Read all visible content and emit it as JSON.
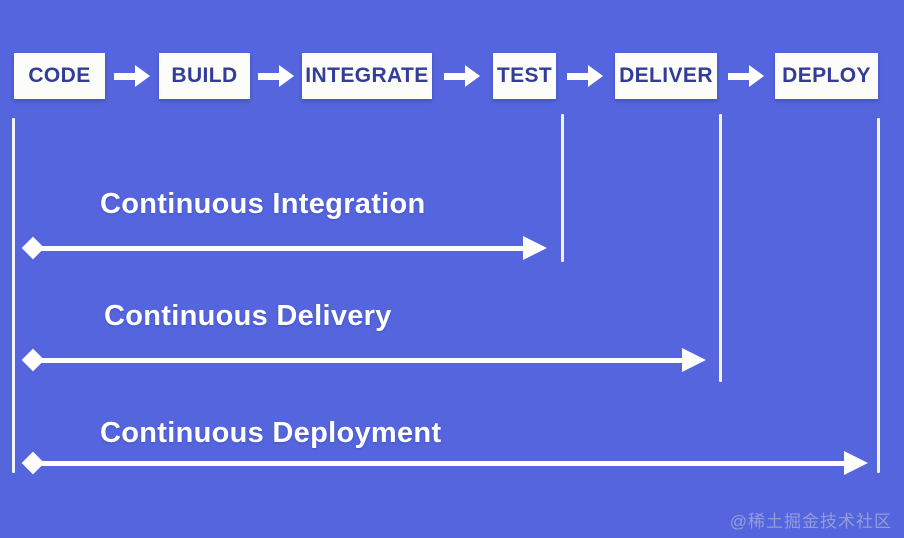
{
  "colors": {
    "background": "#5465de",
    "box_background": "#fcfcf9",
    "box_text": "#333d99",
    "line": "#ffffff"
  },
  "pipeline": {
    "stages": [
      {
        "label": "CODE"
      },
      {
        "label": "BUILD"
      },
      {
        "label": "INTEGRATE"
      },
      {
        "label": "TEST"
      },
      {
        "label": "DELIVER"
      },
      {
        "label": "DEPLOY"
      }
    ]
  },
  "spans": [
    {
      "label": "Continuous Integration"
    },
    {
      "label": "Continuous Delivery"
    },
    {
      "label": "Continuous Deployment"
    }
  ],
  "watermark": "@稀土掘金技术社区"
}
